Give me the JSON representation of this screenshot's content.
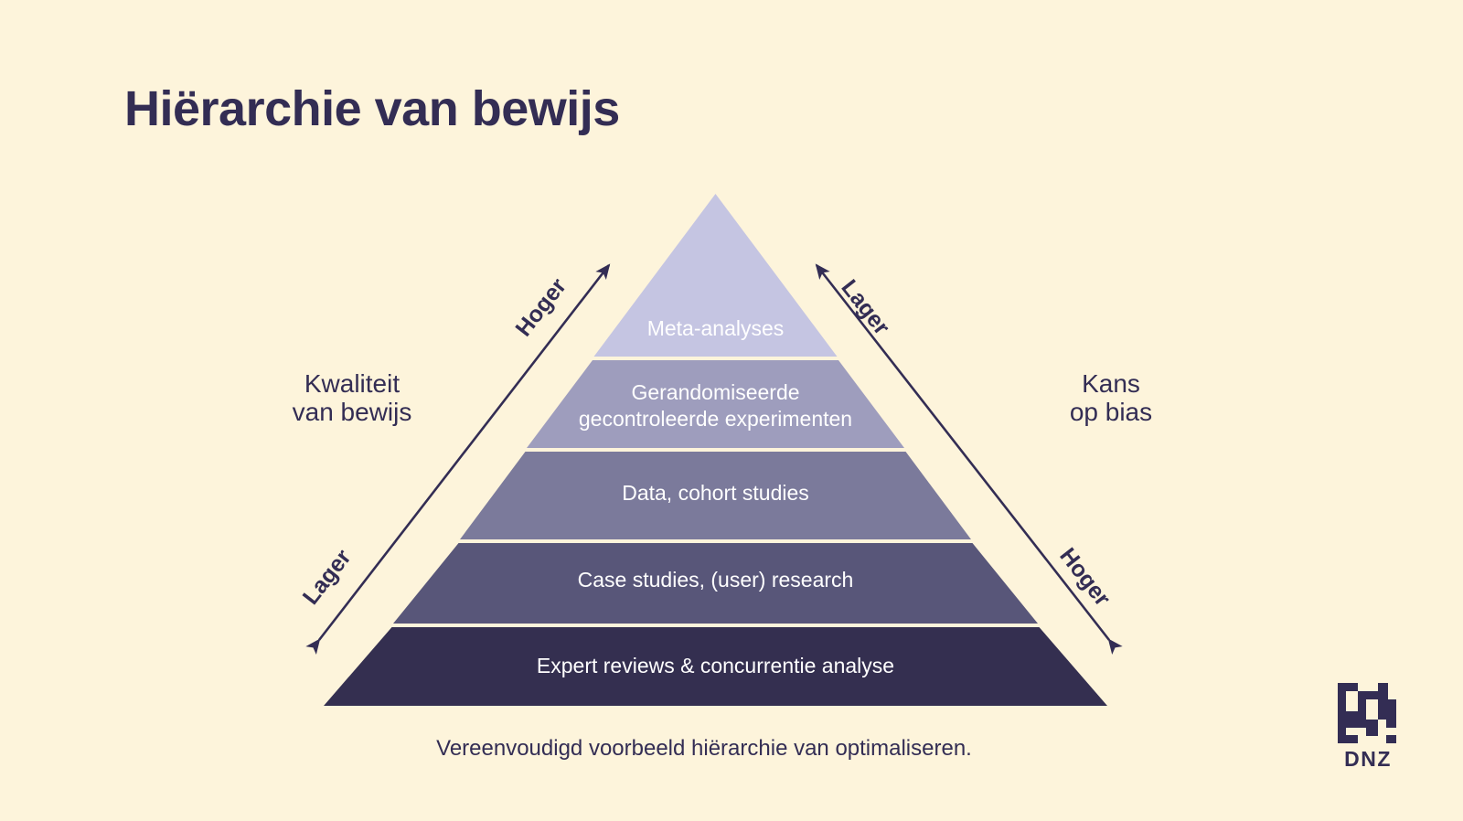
{
  "page": {
    "title": "Hiërarchie van bewijs",
    "caption": "Vereenvoudigd voorbeeld hiërarchie van optimaliseren.",
    "background_color": "#fdf4db",
    "ink_color": "#332d54"
  },
  "chart_data": {
    "type": "pyramid",
    "title": "Hiërarchie van bewijs",
    "subtitle": "Vereenvoudigd voorbeeld hiërarchie van optimaliseren.",
    "orientation": "apex-up",
    "levels": 5,
    "tiers": [
      {
        "rank": 1,
        "label": "Meta-analyses",
        "color": "#c5c5e2",
        "quality_of_evidence": "highest",
        "risk_of_bias": "lowest"
      },
      {
        "rank": 2,
        "label": "Gerandomiseerde\ngecontroleerde experimenten",
        "color": "#9e9dbd",
        "quality_of_evidence": "high",
        "risk_of_bias": "low"
      },
      {
        "rank": 3,
        "label": "Data, cohort studies",
        "color": "#7b7a9b",
        "quality_of_evidence": "medium",
        "risk_of_bias": "medium"
      },
      {
        "rank": 4,
        "label": "Case studies, (user) research",
        "color": "#585679",
        "quality_of_evidence": "low",
        "risk_of_bias": "high"
      },
      {
        "rank": 5,
        "label": "Expert reviews & concurrentie analyse",
        "color": "#342f50",
        "quality_of_evidence": "lowest",
        "risk_of_bias": "highest"
      }
    ],
    "axes": [
      {
        "side": "left",
        "name": "Kwaliteit\nvan bewijs",
        "top_word": "Hoger",
        "bottom_word": "Lager",
        "direction": "increases upward"
      },
      {
        "side": "right",
        "name": "Kans\nop bias",
        "top_word": "Lager",
        "bottom_word": "Hoger",
        "direction": "decreases upward"
      }
    ]
  },
  "left_axis": {
    "name": "Kwaliteit\nvan bewijs",
    "top_word": "Hoger",
    "bottom_word": "Lager"
  },
  "right_axis": {
    "name": "Kans\nop bias",
    "top_word": "Lager",
    "bottom_word": "Hoger"
  },
  "logo": {
    "wordmark": "DNZ",
    "mark_name": "zigzag-maze-mark"
  }
}
